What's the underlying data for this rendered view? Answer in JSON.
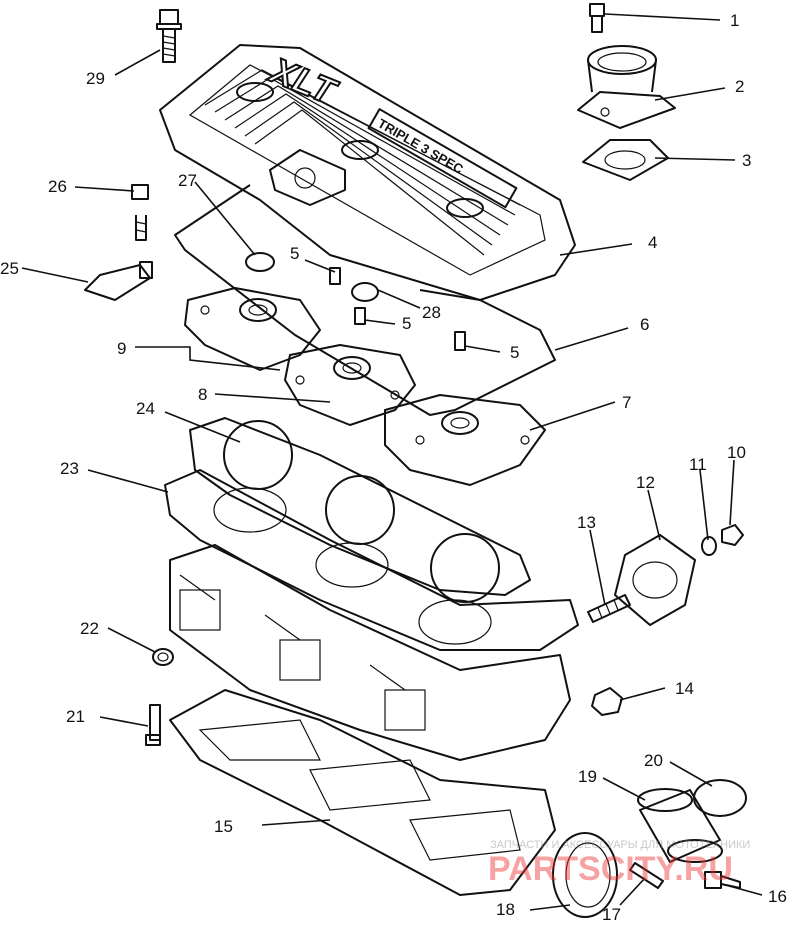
{
  "cover_text": {
    "logo": "XLT",
    "badge": "TRIPLE 3 SPEC"
  },
  "callouts": [
    {
      "n": "1"
    },
    {
      "n": "2"
    },
    {
      "n": "3"
    },
    {
      "n": "4"
    },
    {
      "n": "5"
    },
    {
      "n": "5"
    },
    {
      "n": "5"
    },
    {
      "n": "6"
    },
    {
      "n": "7"
    },
    {
      "n": "8"
    },
    {
      "n": "9"
    },
    {
      "n": "10"
    },
    {
      "n": "11"
    },
    {
      "n": "12"
    },
    {
      "n": "13"
    },
    {
      "n": "14"
    },
    {
      "n": "15"
    },
    {
      "n": "16"
    },
    {
      "n": "17"
    },
    {
      "n": "18"
    },
    {
      "n": "19"
    },
    {
      "n": "20"
    },
    {
      "n": "21"
    },
    {
      "n": "22"
    },
    {
      "n": "23"
    },
    {
      "n": "24"
    },
    {
      "n": "25"
    },
    {
      "n": "26"
    },
    {
      "n": "27"
    },
    {
      "n": "28"
    },
    {
      "n": "29"
    }
  ],
  "watermark": {
    "tagline": "ЗАПЧАСТИ И АКСЕССУАРЫ ДЛЯ МОТОТЕХНИКИ",
    "brand": "PARTSCITY.RU"
  }
}
